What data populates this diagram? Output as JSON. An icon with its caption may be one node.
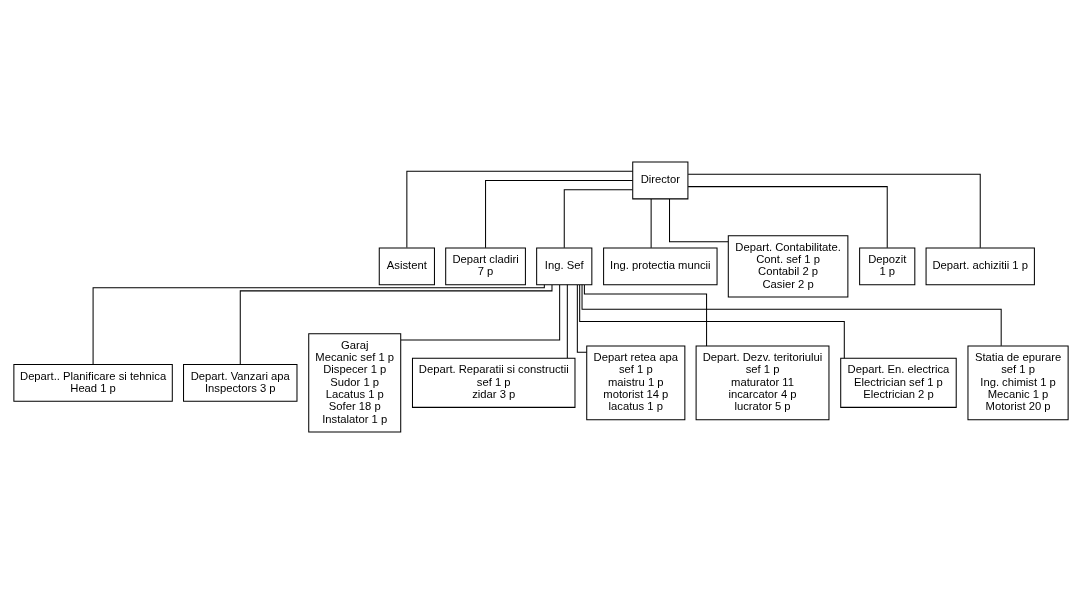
{
  "diagram": {
    "nodes": [
      {
        "text": [
          "Director"
        ]
      },
      {
        "text": [
          "Asistent"
        ]
      },
      {
        "text": [
          "Depart cladiri",
          "7 p"
        ]
      },
      {
        "text": [
          "Ing. Sef"
        ]
      },
      {
        "text": [
          "Ing. protectia muncii"
        ]
      },
      {
        "text": [
          "Depart. Contabilitate.",
          "Cont. sef 1 p",
          "Contabil 2 p",
          "Casier 2 p"
        ]
      },
      {
        "text": [
          "Depozit",
          "1 p"
        ]
      },
      {
        "text": [
          "Depart. achizitii 1 p"
        ]
      },
      {
        "text": [
          "Depart.. Planificare si tehnica",
          "Head 1 p"
        ]
      },
      {
        "text": [
          "Depart. Vanzari apa",
          "Inspectors 3 p"
        ]
      },
      {
        "text": [
          "Garaj",
          "Mecanic sef 1 p",
          "Dispecer 1 p",
          "Sudor 1 p",
          "Lacatus 1 p",
          "Sofer 18 p",
          "Instalator 1 p"
        ]
      },
      {
        "text": [
          "Depart. Reparatii si constructii",
          "sef 1 p",
          "zidar 3 p"
        ]
      },
      {
        "text": [
          "Depart retea apa",
          "sef 1 p",
          "maistru 1 p",
          "motorist 14 p",
          "lacatus 1 p"
        ]
      },
      {
        "text": [
          "Depart. Dezv. teritoriului",
          "sef 1 p",
          "maturator 11",
          "incarcator 4 p",
          "lucrator 5 p"
        ]
      },
      {
        "text": [
          "Depart. En. electrica",
          "Electrician sef 1 p",
          "Electrician 2 p"
        ]
      },
      {
        "text": [
          "Statia de epurare",
          "sef 1 p",
          "Ing. chimist 1 p",
          "Mecanic 1 p",
          "Motorist 20 p"
        ]
      }
    ],
    "edges": [
      {
        "from": 0,
        "to": 1,
        "arrow": "none"
      },
      {
        "from": 0,
        "to": 2,
        "arrow": "none"
      },
      {
        "from": 0,
        "to": 3,
        "arrow": "none"
      },
      {
        "from": 0,
        "to": 4,
        "arrow": "none"
      },
      {
        "from": 0,
        "to": 5,
        "arrow": "none"
      },
      {
        "from": 0,
        "to": 6,
        "arrow": "none"
      },
      {
        "from": 0,
        "to": 7,
        "arrow": "none"
      },
      {
        "from": 3,
        "to": 8,
        "arrow": "none"
      },
      {
        "from": 3,
        "to": 9,
        "arrow": "none"
      },
      {
        "from": 3,
        "to": 10,
        "arrow": "none"
      },
      {
        "from": 3,
        "to": 11,
        "arrow": "none"
      },
      {
        "from": 3,
        "to": 12,
        "arrow": "none"
      },
      {
        "from": 3,
        "to": 13,
        "arrow": "none"
      },
      {
        "from": 3,
        "to": 14,
        "arrow": "none"
      },
      {
        "from": 3,
        "to": 15,
        "arrow": "none"
      }
    ]
  }
}
